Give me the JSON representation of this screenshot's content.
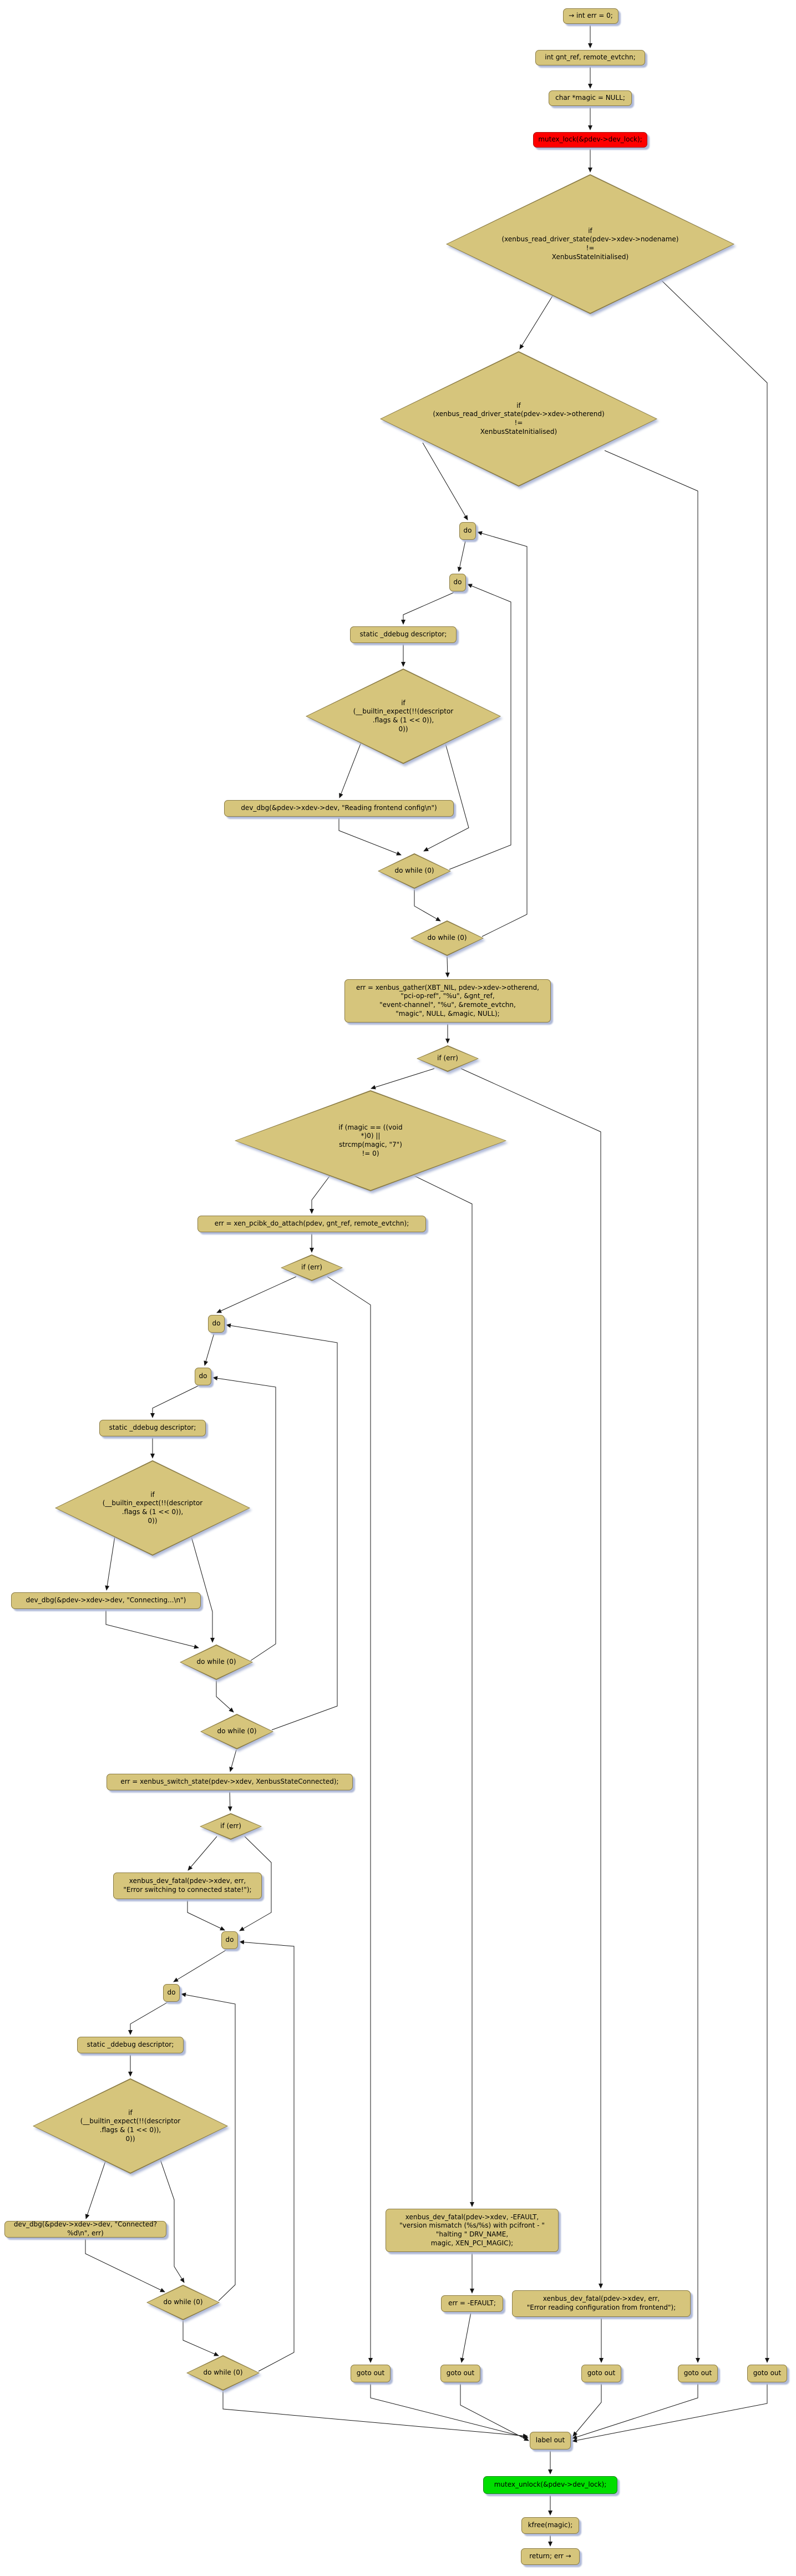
{
  "colors": {
    "node_fill": "#d6c57c",
    "node_border": "#8a7b44",
    "highlight_red": "#fe0000",
    "highlight_green": "#00de00",
    "shadow": "#b0bad8",
    "edge": "#141414",
    "background": "#ffffff"
  },
  "nodes": {
    "entry": "→ int err = 0;",
    "decl": "int gnt_ref, remote_evtchn;",
    "magic_decl": "char *magic = NULL;",
    "mutex_lock": "mutex_lock(&pdev->dev_lock);",
    "if_nodename": "if\n(xenbus_read_driver_state(pdev->xdev->nodename)\n!=\nXenbusStateInitialised)",
    "if_otherend": "if\n(xenbus_read_driver_state(pdev->xdev->otherend)\n!=\nXenbusStateInitialised)",
    "do_kw": "do",
    "static_ddebug": "static _ddebug descriptor;",
    "if_builtin": "if\n(__builtin_expect(!!(descriptor\n.flags & (1 << 0)),\n0))",
    "dbg_reading": "dev_dbg(&pdev->xdev->dev, \"Reading frontend config\\n\")",
    "do_while": "do while (0)",
    "gather": "err = xenbus_gather(XBT_NIL, pdev->xdev->otherend,\n\"pci-op-ref\", \"%u\", &gnt_ref,\n\"event-channel\", \"%u\", &remote_evtchn,\n\"magic\", NULL, &magic, NULL);",
    "if_err": "if (err)",
    "if_magic": "if (magic == ((void\n*)0) ||\nstrcmp(magic, \"7\")\n!= 0)",
    "attach": "err = xen_pcibk_do_attach(pdev, gnt_ref, remote_evtchn);",
    "dbg_connecting": "dev_dbg(&pdev->xdev->dev, \"Connecting...\\n\")",
    "switch_state": "err = xenbus_switch_state(pdev->xdev, XenbusStateConnected);",
    "fatal_switch": "xenbus_dev_fatal(pdev->xdev, err,\n\"Error switching to connected state!\");",
    "dbg_connected": "dev_dbg(&pdev->xdev->dev, \"Connected? %d\\n\", err)",
    "fatal_version": "xenbus_dev_fatal(pdev->xdev, -EFAULT,\n\"version mismatch (%s/%s) with pcifront - \"\n\"halting \" DRV_NAME,\nmagic, XEN_PCI_MAGIC);",
    "err_efault": "err = -EFAULT;",
    "fatal_reading": "xenbus_dev_fatal(pdev->xdev, err,\n\"Error reading configuration from frontend\");",
    "goto_out": "goto out",
    "label_out": "label out",
    "mutex_unlock": "mutex_unlock(&pdev->dev_lock);",
    "kfree": "kfree(magic);",
    "return": "return; err →"
  }
}
